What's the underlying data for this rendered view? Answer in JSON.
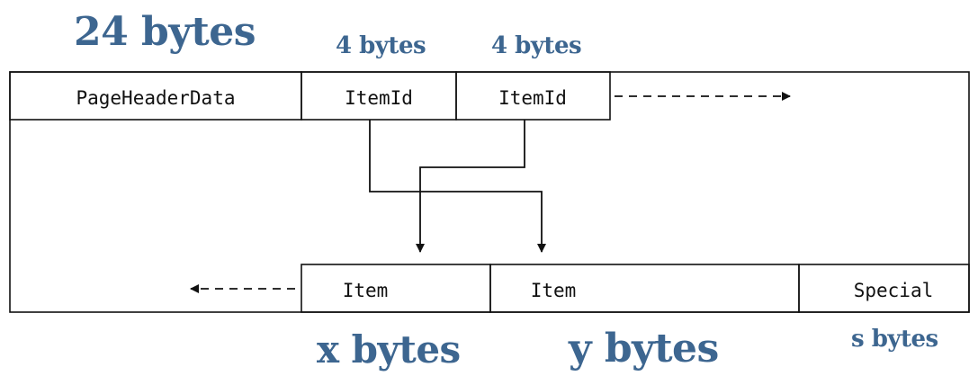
{
  "labels": {
    "header_size": "24 bytes",
    "itemid1_size": "4 bytes",
    "itemid2_size": "4 bytes",
    "item_x_size": "x bytes",
    "item_y_size": "y bytes",
    "special_size": "s bytes"
  },
  "cells": {
    "page_header": "PageHeaderData",
    "itemid1": "ItemId",
    "itemid2": "ItemId",
    "item1": "Item",
    "item2": "Item",
    "special": "Special"
  },
  "colors": {
    "label": "#3d6690",
    "line": "#111111"
  }
}
